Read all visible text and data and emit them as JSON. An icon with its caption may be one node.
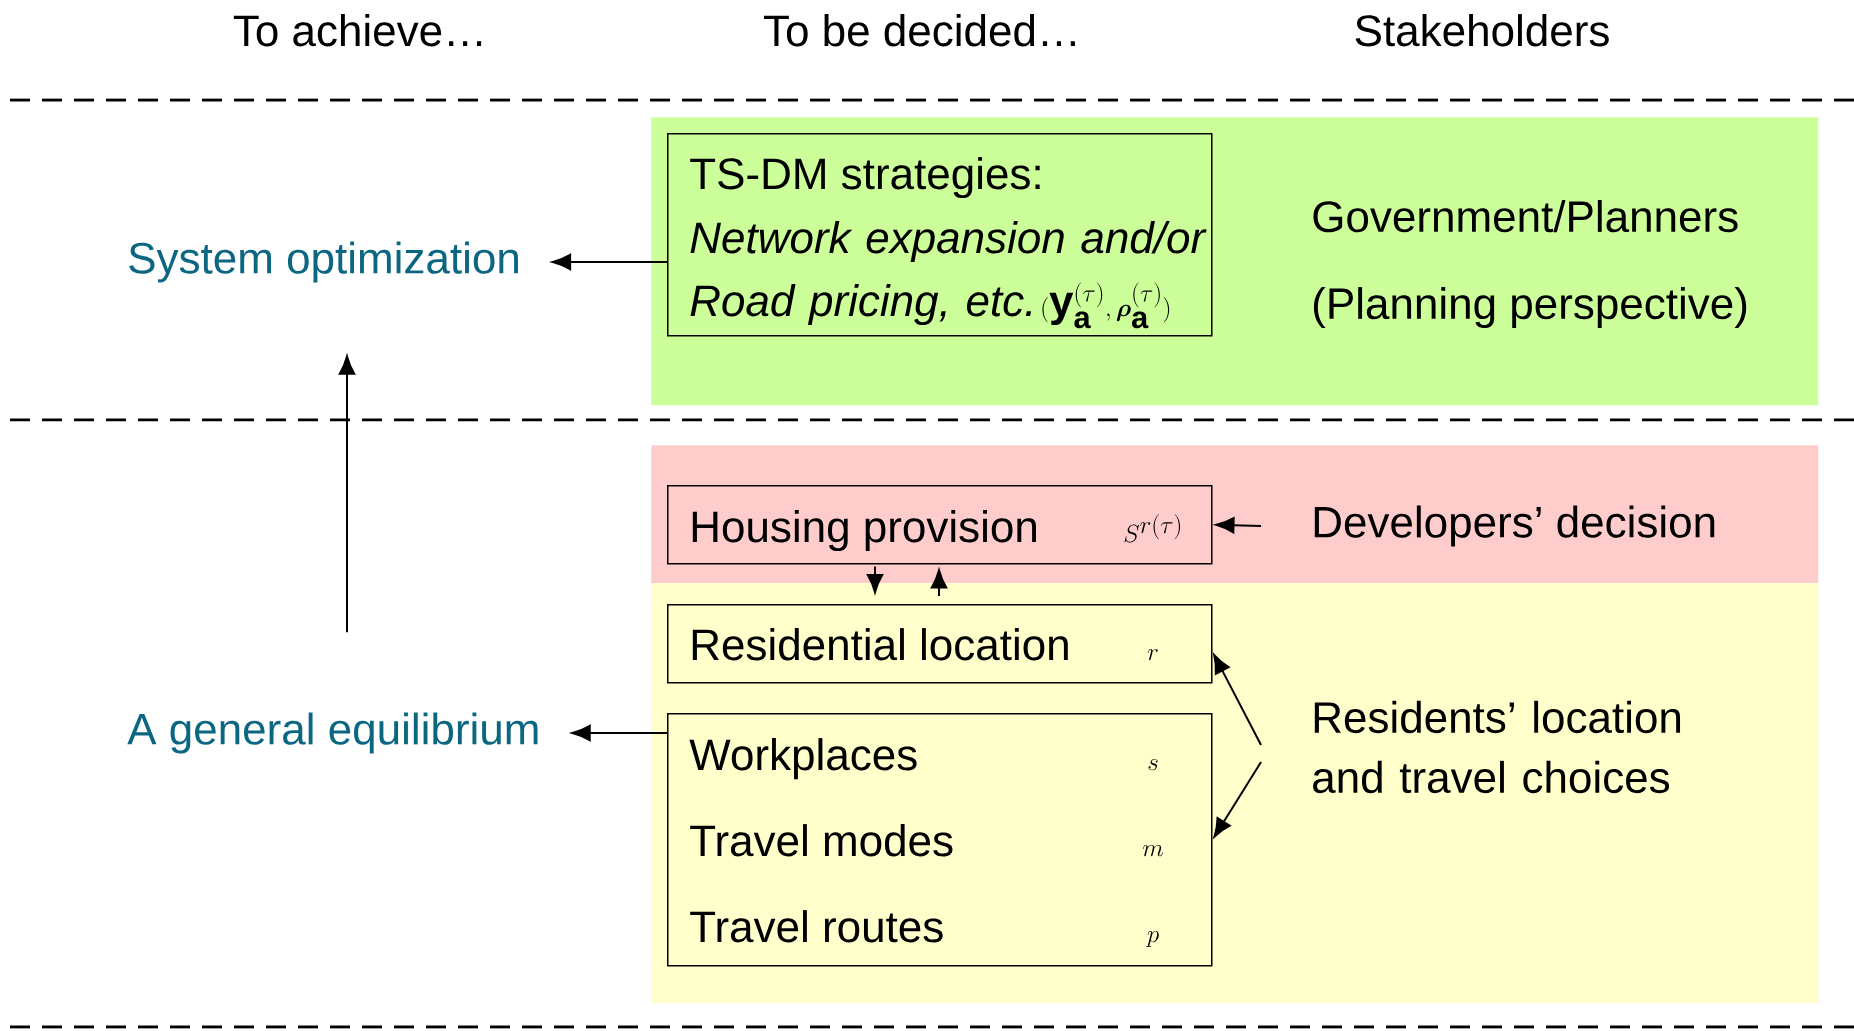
{
  "diagram": {
    "nodes": [
      {
        "text": [],
        "shape": "box"
      },
      {
        "text": [
          "TS-DM strategies:",
          "Network expansion and/or Road pricing, etc.",
          "(\\mathbf{y}_{\\mathbf{a}}^{(\\tau)},\\boldsymbol{\\rho}_{\\mathbf{a}}^{(\\tau)})"
        ],
        "in": 0
      },
      {
        "text": [
          "Government/Planners",
          "(Planning perspective)"
        ],
        "in": 0
      },
      {
        "text": [],
        "shape": "box"
      },
      {
        "text": [
          "Housing provision",
          "S^{r(\\tau)}"
        ],
        "in": 3
      },
      {
        "text": [
          "Developers’ decision"
        ],
        "in": 3
      },
      {
        "text": [],
        "shape": "box"
      },
      {
        "text": [
          "Residential location",
          "r"
        ],
        "in": 6
      },
      {
        "text": [
          "Workplaces",
          "s",
          "Travel modes",
          "m",
          "Travel routes",
          "p"
        ],
        "in": 6
      },
      {
        "text": [
          "Residents’ location and travel choices"
        ],
        "in": 6
      },
      {
        "text": [
          "System optimization"
        ]
      },
      {
        "text": [
          "A general equilibrium"
        ]
      }
    ],
    "edges": [
      {
        "from": 1,
        "to": 10,
        "arrow": "to"
      },
      {
        "from": 8,
        "to": 11,
        "arrow": "to"
      },
      {
        "from": 5,
        "to": 4,
        "arrow": "to"
      },
      {
        "from": 4,
        "to": 7,
        "arrow": "to"
      },
      {
        "from": 7,
        "to": 4,
        "arrow": "to"
      },
      {
        "from": 9,
        "to": 7,
        "arrow": "to"
      },
      {
        "from": 9,
        "to": 8,
        "arrow": "to"
      },
      {
        "from": 11,
        "to": 10,
        "arrow": "to"
      }
    ],
    "labels": [
      "To achieve…",
      "To be decided…",
      "Stakeholders"
    ]
  }
}
